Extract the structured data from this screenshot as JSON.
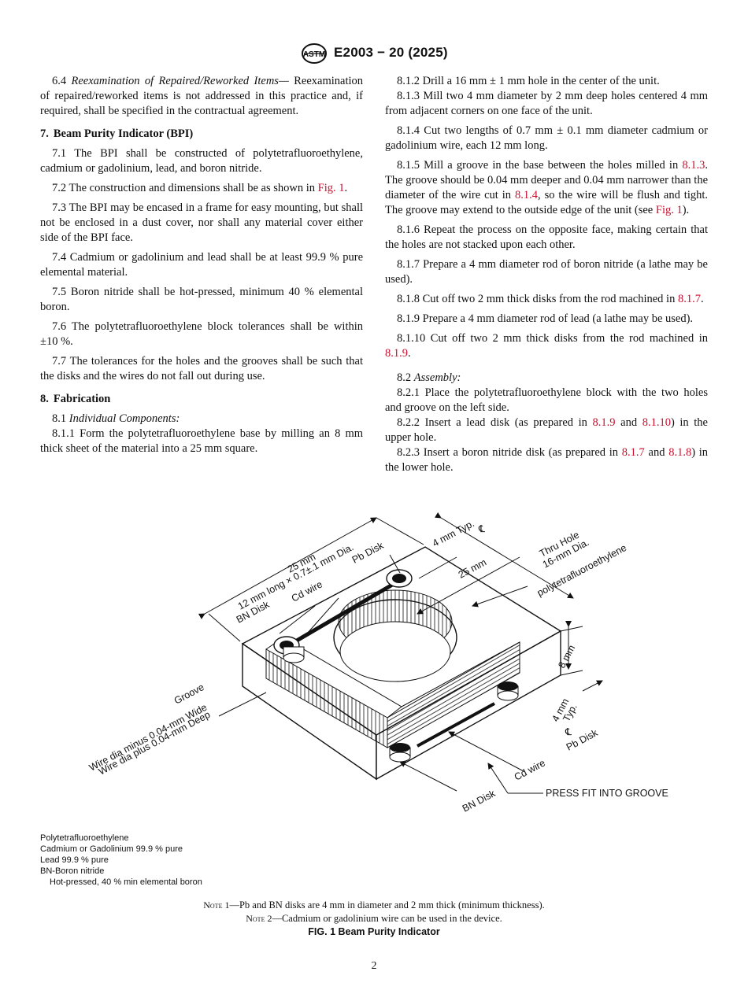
{
  "header": {
    "designation": "E2003 − 20 (2025)",
    "logo_text": "ASTM"
  },
  "left_column": {
    "p_6_4_num": "6.4",
    "p_6_4_title": "Reexamination of Repaired/Reworked Items—",
    "p_6_4_text": "Reexamination of repaired/reworked items is not addressed in this practice and, if required, shall be specified in the contractual agreement.",
    "sec7_num": "7.",
    "sec7_title": "Beam Purity Indicator (BPI)",
    "p_7_1": "7.1 The BPI shall be constructed of polytetrafluoroethylene, cadmium or gadolinium, lead, and boron nitride.",
    "p_7_2_text": "7.2 The construction and dimensions shall be as shown in",
    "p_7_2_ref": "Fig. 1",
    "p_7_3": "7.3 The BPI may be encased in a frame for easy mounting, but shall not be enclosed in a dust cover, nor shall any material cover either side of the BPI face.",
    "p_7_4": "7.4 Cadmium or gadolinium and lead shall be at least 99.9 % pure elemental material.",
    "p_7_5": "7.5 Boron nitride shall be hot-pressed, minimum 40 % elemental boron.",
    "p_7_6": "7.6 The polytetrafluoroethylene block tolerances shall be within ±10 %.",
    "p_7_7": "7.7 The tolerances for the holes and the grooves shall be such that the disks and the wires do not fall out during use.",
    "sec8_num": "8.",
    "sec8_title": "Fabrication",
    "p_8_1_num": "8.1",
    "p_8_1_title": "Individual Components:",
    "p_8_1_1": "8.1.1 Form the polytetrafluoroethylene base by milling an 8 mm thick sheet of the material into a 25 mm square."
  },
  "right_column": {
    "p_8_1_2": "8.1.2 Drill a 16 mm ± 1 mm hole in the center of the unit.",
    "p_8_1_3": "8.1.3 Mill two 4 mm diameter by 2 mm deep holes centered 4 mm from adjacent corners on one face of the unit.",
    "p_8_1_4": "8.1.4 Cut two lengths of 0.7 mm ± 0.1 mm diameter cadmium or gadolinium wire, each 12 mm long.",
    "p_8_1_5_a": "8.1.5 Mill a groove in the base between the holes milled in",
    "p_8_1_5_ref1": "8.1.3",
    "p_8_1_5_b": ". The groove should be 0.04 mm deeper and 0.04 mm narrower than the diameter of the wire cut in",
    "p_8_1_5_ref2": "8.1.4",
    "p_8_1_5_c": ", so the wire will be flush and tight. The groove may extend to the outside edge of the unit (see",
    "p_8_1_5_ref3": "Fig. 1",
    "p_8_1_5_d": ").",
    "p_8_1_6": "8.1.6 Repeat the process on the opposite face, making certain that the holes are not stacked upon each other.",
    "p_8_1_7": "8.1.7 Prepare a 4 mm diameter rod of boron nitride (a lathe may be used).",
    "p_8_1_8_a": "8.1.8 Cut off two 2 mm thick disks from the rod machined in",
    "p_8_1_8_ref": "8.1.7",
    "p_8_1_9": "8.1.9 Prepare a 4 mm diameter rod of lead (a lathe may be used).",
    "p_8_1_10_a": "8.1.10 Cut off two 2 mm thick disks from the rod machined in",
    "p_8_1_10_ref": "8.1.9",
    "p_8_2_num": "8.2",
    "p_8_2_title": "Assembly:",
    "p_8_2_1": "8.2.1 Place the polytetrafluoroethylene block with the two holes and groove on the left side.",
    "p_8_2_2_a": "8.2.2 Insert a lead disk (as prepared in",
    "p_8_2_2_ref1": "8.1.9",
    "p_8_2_2_and": "and",
    "p_8_2_2_ref2": "8.1.10",
    "p_8_2_2_b": ") in the upper hole.",
    "p_8_2_3_a": "8.2.3 Insert a boron nitride disk (as prepared in",
    "p_8_2_3_ref1": "8.1.7",
    "p_8_2_3_and": "and",
    "p_8_2_3_ref2": "8.1.8",
    "p_8_2_3_b": ") in the lower hole."
  },
  "figure": {
    "labels": {
      "dim_25_top": "25 mm",
      "wire_dim": "12 mm long × 0.7±.1 mm Dia.",
      "cd_wire_top": "Cd wire",
      "pb_disk_top": "Pb Disk",
      "bn_disk_top": "BN Disk",
      "four_mm_typ": "4 mm Typ.",
      "cl_top": "℄",
      "dim_25_right": "25 mm",
      "thru_hole": "Thru Hole",
      "hole_dia": "16-mm Dia.",
      "ptfe": "polytetrafluoroethylene",
      "dim_8": "8 mm",
      "groove": "Groove",
      "groove_wide": "Wire dia minus 0.04-mm Wide",
      "groove_deep": "Wire dia plus 0.04-mm Deep",
      "four_mm_lower": "4 mm",
      "typ_lower": "Typ.",
      "cl_lower": "℄",
      "pb_disk_lower": "Pb Disk",
      "cd_wire_lower": "Cd wire",
      "bn_disk_lower": "BN Disk",
      "press_fit": "PRESS FIT INTO GROOVE"
    }
  },
  "legend": [
    "Polytetrafluoroethylene",
    "Cadmium or Gadolinium 99.9 % pure",
    "Lead 99.9 % pure",
    "BN-Boron nitride",
    "Hot-pressed, 40 % min elemental boron"
  ],
  "notes": {
    "note1_label": "Note 1",
    "note1_text": "—Pb and BN disks are 4 mm in diameter and 2 mm thick (minimum thickness).",
    "note2_label": "Note 2",
    "note2_text": "—Cadmium or gadolinium wire can be used in the device.",
    "caption": "FIG. 1 Beam Purity Indicator"
  },
  "page_number": "2"
}
